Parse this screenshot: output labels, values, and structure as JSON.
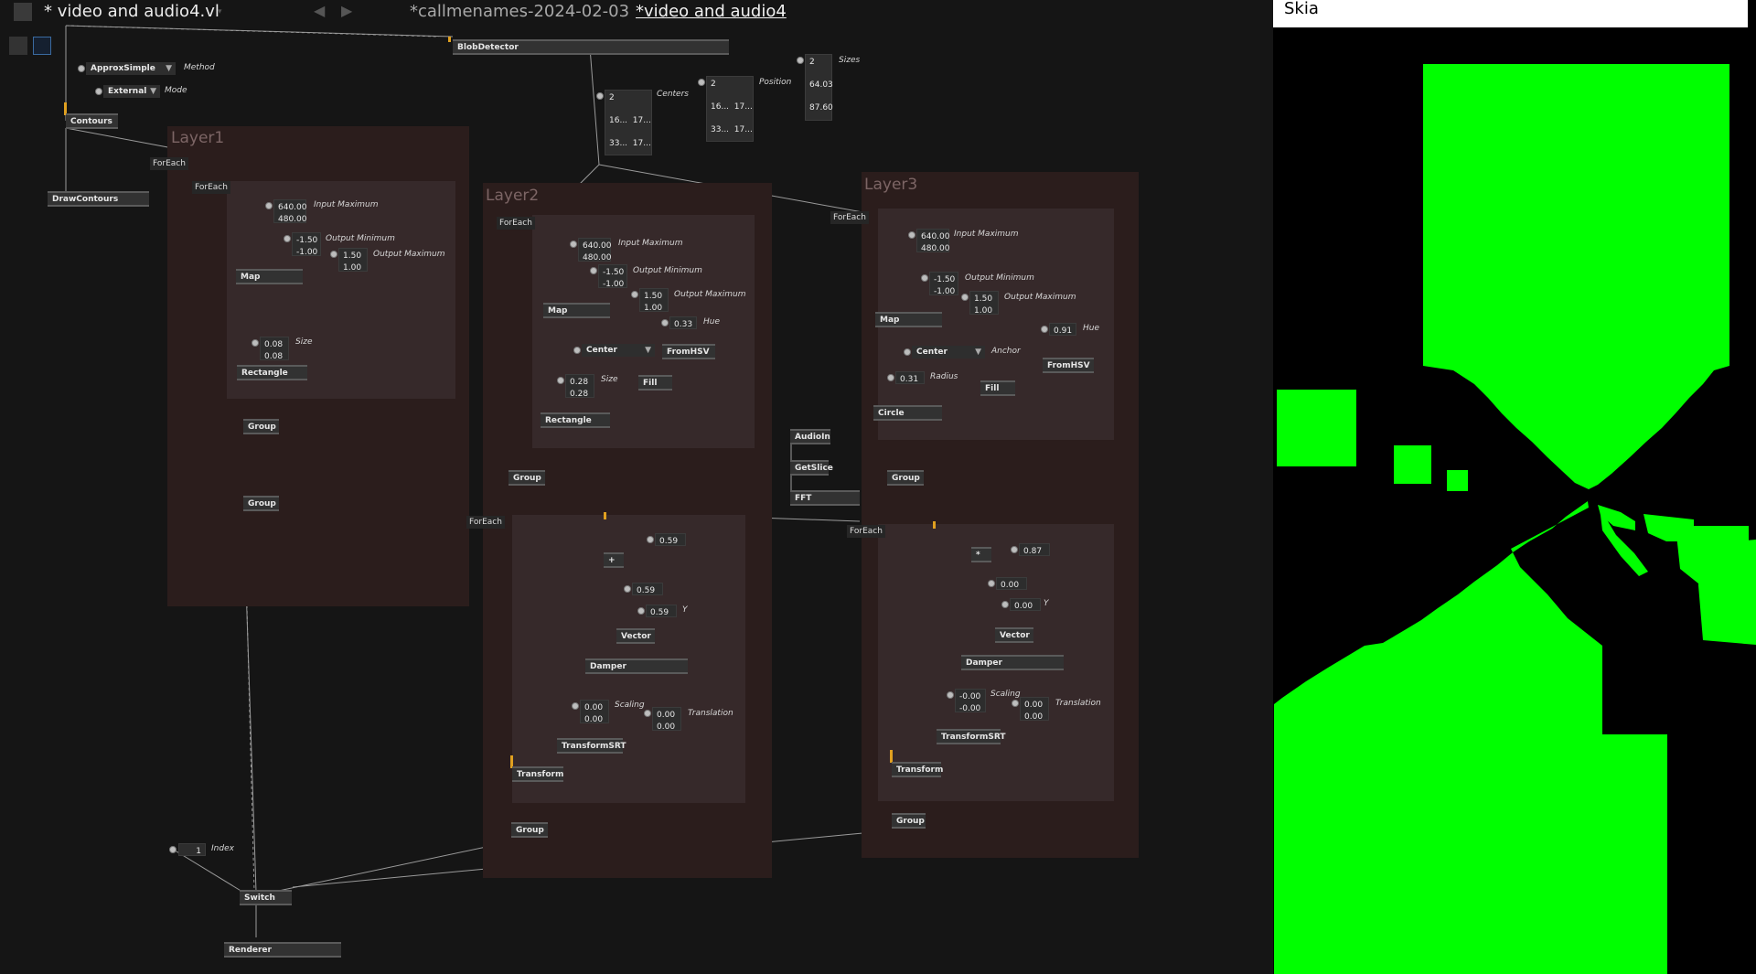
{
  "tabs": {
    "doc1": "* video and audio4.vl",
    "doc2": "*callmenames-2024-02-03",
    "doc3": "*video and audio4"
  },
  "regions": {
    "layer1": "Layer1",
    "layer2": "Layer2",
    "layer3": "Layer3"
  },
  "nodes": {
    "blob_detector": "BlobDetector",
    "contours": "Contours",
    "draw_contours": "DrawContours",
    "foreach": "ForEach",
    "map": "Map",
    "rectangle": "Rectangle",
    "group": "Group",
    "from_hsv": "FromHSV",
    "fill": "Fill",
    "circle": "Circle",
    "audio_in": "AudioIn",
    "get_slice": "GetSlice",
    "fft": "FFT",
    "vector": "Vector",
    "damper": "Damper",
    "transform_srt": "TransformSRT",
    "transform": "Transform",
    "switch": "Switch",
    "renderer": "Renderer",
    "plus_op": "+",
    "mul_op": "*"
  },
  "pins": {
    "method": "Method",
    "mode": "Mode",
    "sizes": "Sizes",
    "centers": "Centers",
    "position": "Position",
    "input_maximum": "Input Maximum",
    "output_minimum": "Output Minimum",
    "output_maximum": "Output Maximum",
    "size": "Size",
    "hue": "Hue",
    "anchor": "Anchor",
    "radius": "Radius",
    "y": "Y",
    "scaling": "Scaling",
    "translation": "Translation",
    "index": "Index"
  },
  "enums": {
    "method_value": "ApproxSimple",
    "mode_value": "External",
    "center": "Center"
  },
  "values": {
    "sizes_count": "2",
    "sizes_1": "64.03",
    "sizes_2": "87.60",
    "centers_count": "2",
    "centers_r1c1": "16...",
    "centers_r1c2": "17...",
    "centers_r2c1": "33...",
    "centers_r2c2": "17...",
    "position_count": "2",
    "v640": "640.00",
    "v480": "480.00",
    "vm150": "-1.50",
    "vm100": "-1.00",
    "v150": "1.50",
    "v100": "1.00",
    "size1_w": "0.08",
    "size1_h": "0.08",
    "hue2": "0.33",
    "size2_w": "0.28",
    "size2_h": "0.28",
    "hue3": "0.91",
    "radius3": "0.31",
    "l2_059a": "0.59",
    "l2_059b": "0.59",
    "l2_059c": "0.59",
    "l3_087": "0.87",
    "l3_000a": "0.00",
    "l3_000b": "0.00",
    "zero": "0.00",
    "neg_zero": "-0.00",
    "index": "1"
  },
  "render": {
    "window_title": "Skia",
    "background": "#000000",
    "shape_color": "#00ff00"
  }
}
